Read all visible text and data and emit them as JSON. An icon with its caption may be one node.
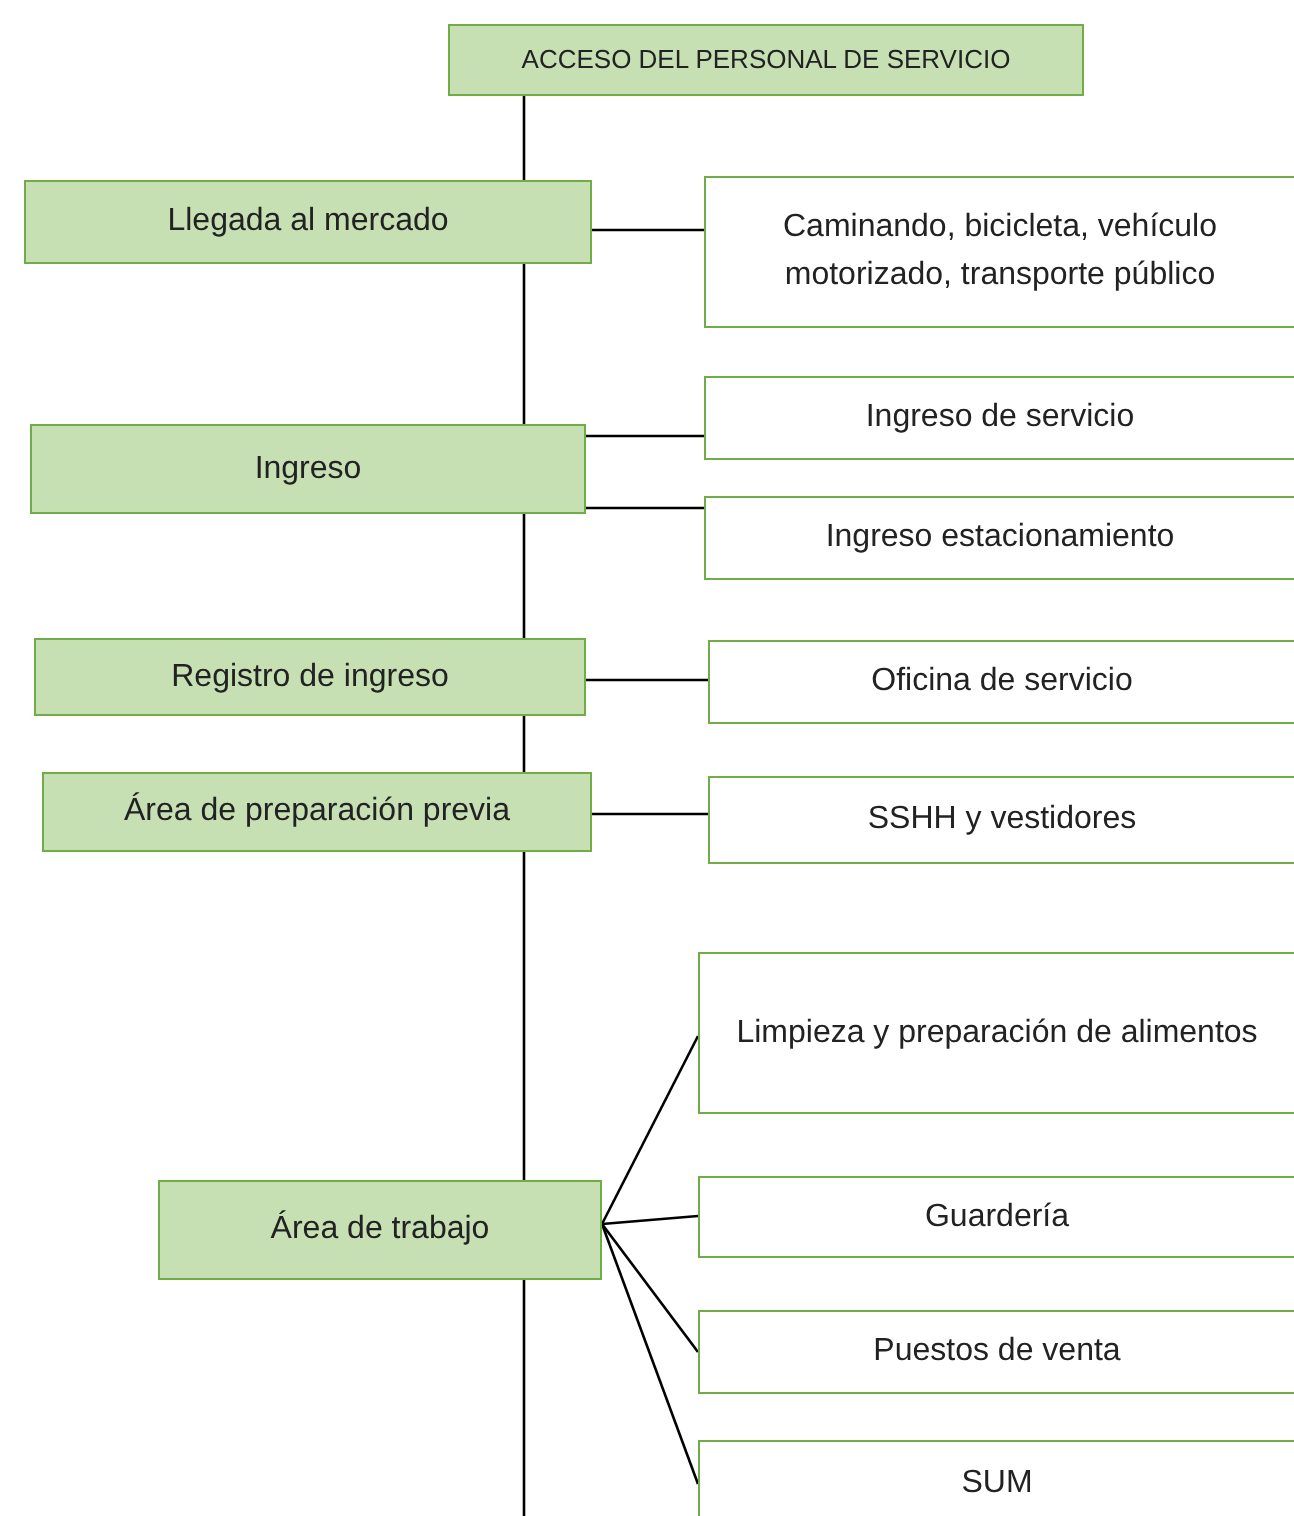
{
  "diagram": {
    "nodes": [
      {
        "text": [
          "ACCESO DEL PERSONAL DE SERVICIO"
        ]
      },
      {
        "text": [
          "Llegada al mercado"
        ]
      },
      {
        "text": [
          "Caminando, bicicleta, vehículo motorizado, transporte público"
        ]
      },
      {
        "text": [
          "Ingreso"
        ]
      },
      {
        "text": [
          "Ingreso de servicio"
        ]
      },
      {
        "text": [
          "Ingreso estacionamiento"
        ]
      },
      {
        "text": [
          "Registro de ingreso"
        ]
      },
      {
        "text": [
          "Oficina de servicio"
        ]
      },
      {
        "text": [
          "Área de preparación previa"
        ]
      },
      {
        "text": [
          "SSHH y vestidores"
        ]
      },
      {
        "text": [
          "Limpieza y preparación de alimentos"
        ]
      },
      {
        "text": [
          "Área de trabajo"
        ]
      },
      {
        "text": [
          "Guardería"
        ]
      },
      {
        "text": [
          "Puestos de venta"
        ]
      },
      {
        "text": [
          "SUM"
        ]
      }
    ],
    "edges": [
      {
        "from": 0,
        "to": 1,
        "arrow": "none"
      },
      {
        "from": 1,
        "to": 3,
        "arrow": "none"
      },
      {
        "from": 3,
        "to": 6,
        "arrow": "none"
      },
      {
        "from": 6,
        "to": 8,
        "arrow": "none"
      },
      {
        "from": 8,
        "to": 11,
        "arrow": "none"
      },
      {
        "from": 11,
        "to": null,
        "arrow": "none"
      },
      {
        "from": 1,
        "to": 2,
        "arrow": "none"
      },
      {
        "from": 3,
        "to": 4,
        "arrow": "none"
      },
      {
        "from": 3,
        "to": 5,
        "arrow": "none"
      },
      {
        "from": 6,
        "to": 7,
        "arrow": "none"
      },
      {
        "from": 8,
        "to": 9,
        "arrow": "none"
      },
      {
        "from": 11,
        "to": 10,
        "arrow": "none"
      },
      {
        "from": 11,
        "to": 12,
        "arrow": "none"
      },
      {
        "from": 11,
        "to": 13,
        "arrow": "none"
      },
      {
        "from": 11,
        "to": 14,
        "arrow": "none"
      }
    ]
  }
}
